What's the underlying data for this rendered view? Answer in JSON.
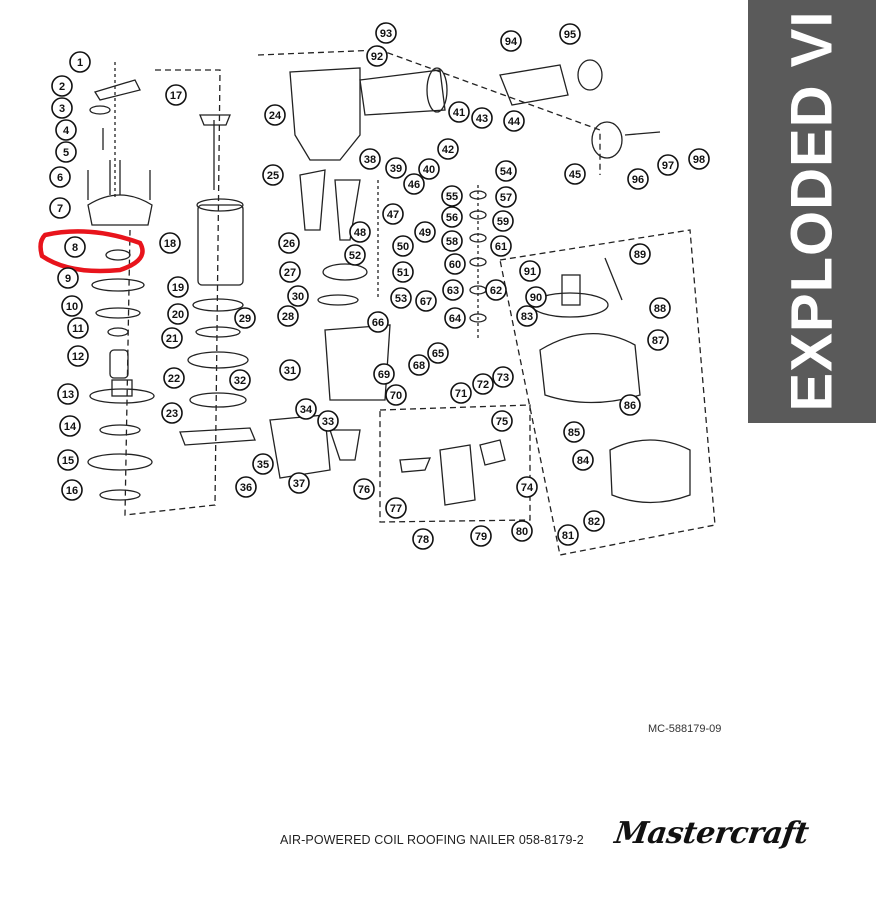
{
  "sidebar": {
    "label": "EXPLODED VI"
  },
  "footer": {
    "doc_code": "MC-588179-09",
    "product_line": "AIR-POWERED COIL ROOFING NAILER  058-8179-2",
    "brand": "Mastercraft"
  },
  "diagram": {
    "callouts": [
      "1",
      "2",
      "3",
      "4",
      "5",
      "6",
      "7",
      "8",
      "9",
      "10",
      "11",
      "12",
      "13",
      "14",
      "15",
      "16",
      "17",
      "18",
      "19",
      "20",
      "21",
      "22",
      "23",
      "24",
      "25",
      "26",
      "27",
      "28",
      "29",
      "30",
      "31",
      "32",
      "33",
      "34",
      "35",
      "36",
      "37",
      "38",
      "39",
      "40",
      "41",
      "42",
      "43",
      "44",
      "45",
      "46",
      "47",
      "48",
      "49",
      "50",
      "51",
      "52",
      "53",
      "54",
      "55",
      "56",
      "57",
      "58",
      "59",
      "60",
      "61",
      "62",
      "63",
      "64",
      "65",
      "66",
      "67",
      "68",
      "69",
      "70",
      "71",
      "72",
      "73",
      "74",
      "75",
      "76",
      "77",
      "78",
      "79",
      "80",
      "81",
      "82",
      "83",
      "84",
      "85",
      "86",
      "87",
      "88",
      "89",
      "90",
      "91",
      "92",
      "93",
      "94",
      "95",
      "96",
      "97",
      "98"
    ],
    "highlighted_callout": "8",
    "highlight_color": "#e8141c"
  }
}
